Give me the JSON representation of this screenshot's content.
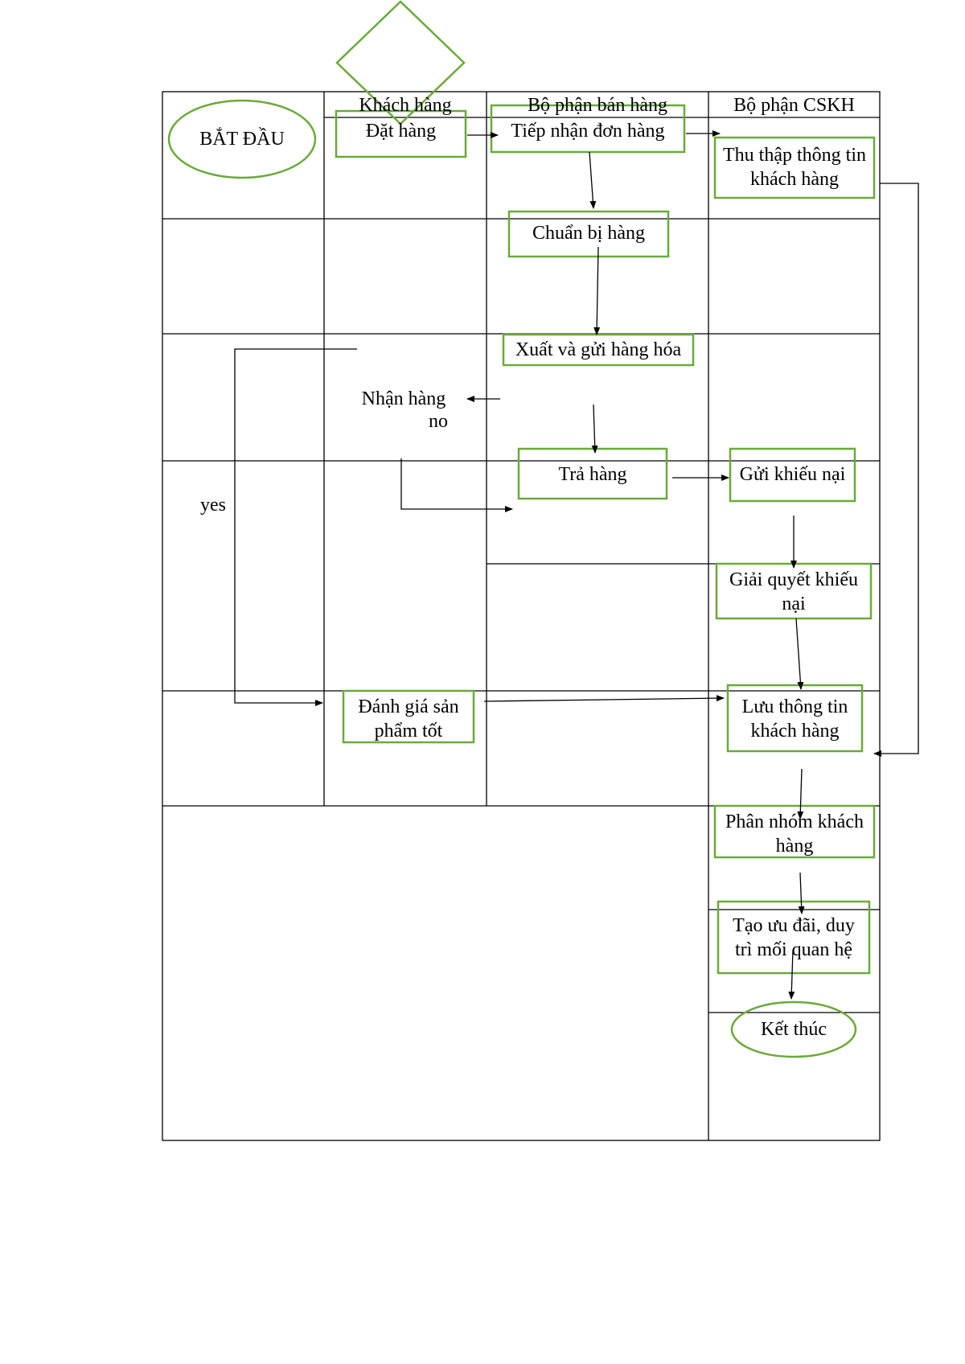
{
  "diagram": {
    "lanes": [
      "Khách hàng",
      "Bộ phận bán hàng",
      "Bộ phận CSKH"
    ],
    "nodes": {
      "start": "BẮT ĐẦU",
      "place_order": "Đặt hàng",
      "receive_order": "Tiếp nhận đơn hàng",
      "collect_info": "Thu thập thông tin khách hàng",
      "prepare_goods": "Chuẩn bị hàng",
      "ship_goods": "Xuất và gửi hàng hóa",
      "receive_goods": "Nhận hàng",
      "return_goods": "Trả hàng",
      "send_complaint": "Gửi khiếu nại",
      "resolve_complaint": "Giải quyết khiếu nại",
      "rate_product": "Đánh giá sản phẩm tốt",
      "save_info": "Lưu thông tin khách hàng",
      "group_customers": "Phân nhóm khách hàng",
      "offers": "Tạo ưu đãi, duy trì mối quan hệ",
      "end": "Kết thúc"
    },
    "branch_labels": {
      "yes": "yes",
      "no": "no"
    },
    "colors": {
      "shape_border": "#6aaa3a",
      "lines": "#000000"
    }
  }
}
